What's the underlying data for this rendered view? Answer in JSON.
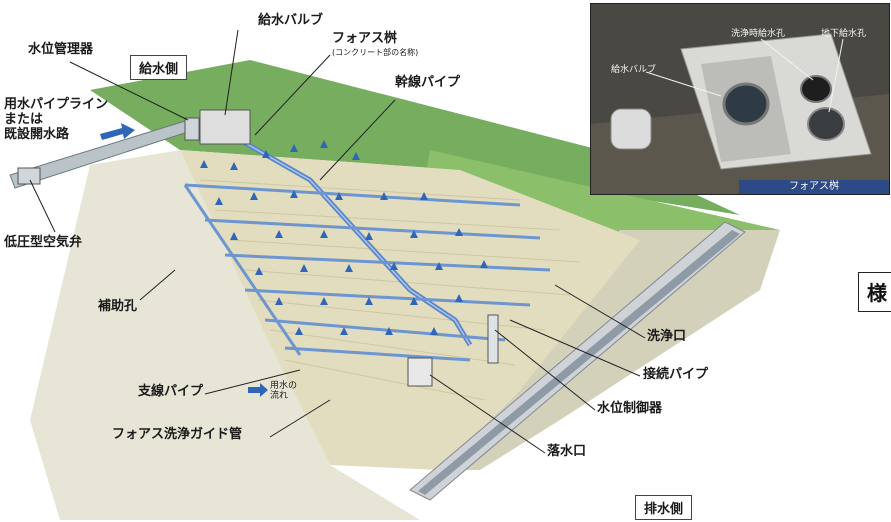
{
  "labels": {
    "supply_valve": "給水バルブ",
    "water_level_manager": "水位管理器",
    "foas_box": "フォアス桝",
    "foas_box_note": "(コンクリート部の名称)",
    "supply_side": "給水側",
    "main_pipe": "幹線パイプ",
    "pipeline_line1": "用水パイプライン",
    "pipeline_line2": "または",
    "pipeline_line3": "既設開水路",
    "air_valve": "低圧型空気弁",
    "aux_hole": "補助孔",
    "branch_pipe": "支線パイプ",
    "flow_line1": "用水の",
    "flow_line2": "流れ",
    "guide_pipe": "フォアス洗浄ガイド管",
    "wash_port": "洗浄口",
    "connect_pipe": "接続パイプ",
    "level_controller": "水位制御器",
    "drop_port": "落水口",
    "drain_side": "排水側"
  },
  "photo": {
    "valve": "給水バルブ",
    "wash_hole": "洗浄時給水孔",
    "underground_hole": "地下給水孔",
    "caption": "フォアス桝"
  },
  "side_char": "様",
  "colors": {
    "field_green": "#6fa85a",
    "concrete": "#dcd8c4",
    "pipe_blue": "#5a86c8",
    "arrow_blue": "#2f66b8",
    "caption_blue": "#2c4a86"
  }
}
